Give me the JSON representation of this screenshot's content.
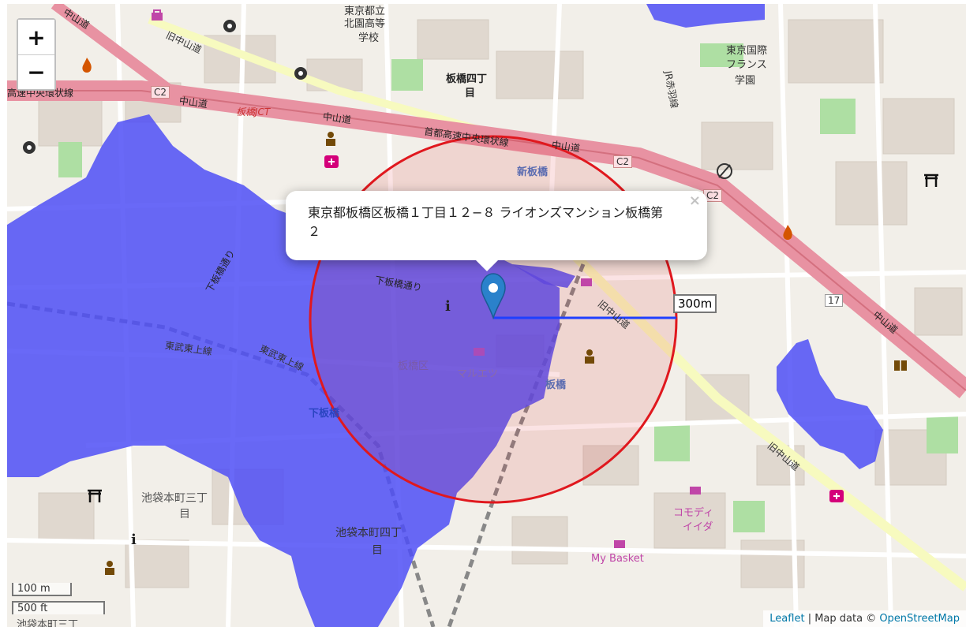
{
  "map": {
    "labels": {
      "tokyo_toritsu": "東京都立",
      "kitazono": "北園高等",
      "gakkou": "学校",
      "itabashi4": "板橋四丁",
      "me1": "目",
      "kokusai": "東京国際",
      "france": "フランス",
      "gakuen": "学園",
      "nakasendo1": "中山道",
      "nakasendo2": "中山道",
      "nakasendo3": "中山道",
      "nakasendo4": "中山道",
      "nakasendo5": "中山道",
      "kyu_nakasendo1": "旧中山道",
      "kyu_nakasendo2": "旧中山道",
      "kyu_nakasendo3": "旧中山道",
      "c2_1": "C2",
      "c2_2": "C2",
      "c2_3": "C2",
      "r17": "17",
      "itabashi_jct": "板橋JCT",
      "shuto_expressway": "首都高速中央環状線",
      "koso_chuo": "高速中央環状線",
      "shin_itabashi": "新板橋",
      "shimo_itabashi_dori": "下板橋通り",
      "shimo_itabashi_dori2": "下板橋通り",
      "tobu_tojo1": "東武東上線",
      "tobu_tojo2": "東武東上線",
      "itabashi_ku": "板橋区",
      "maruetsu": "マルエツ",
      "itabashi_station": "板橋",
      "shimoitabashi": "下板橋",
      "jr_saikyo": "JR赤羽線",
      "ikebukuro3": "池袋本町三丁",
      "me2": "目",
      "ikebukuro4": "池袋本町四丁",
      "me3": "目",
      "comodi1": "コモディ",
      "comodi2": "イイダ",
      "my_basket": "My Basket",
      "ikebukuro_bottom": "池袋本町三丁"
    }
  },
  "zoom": {
    "in_label": "+",
    "out_label": "−"
  },
  "popup": {
    "text": "東京都板橋区板橋１丁目１２−８ ライオンズマンション板橋第２",
    "close_label": "×"
  },
  "radius_label": "300m",
  "scale": {
    "metric": "100 m",
    "imperial": "500 ft"
  },
  "attribution": {
    "leaflet": "Leaflet",
    "separator": " | Map data © ",
    "osm": "OpenStreetMap"
  },
  "colors": {
    "flood": "#4f4ff6",
    "circle_stroke": "#e0181e",
    "radius_line": "#1f3fff",
    "marker": "#2a81cb",
    "road_major": "#e892a2",
    "road_secondary": "#f7fabf",
    "background": "#f2efe9"
  }
}
